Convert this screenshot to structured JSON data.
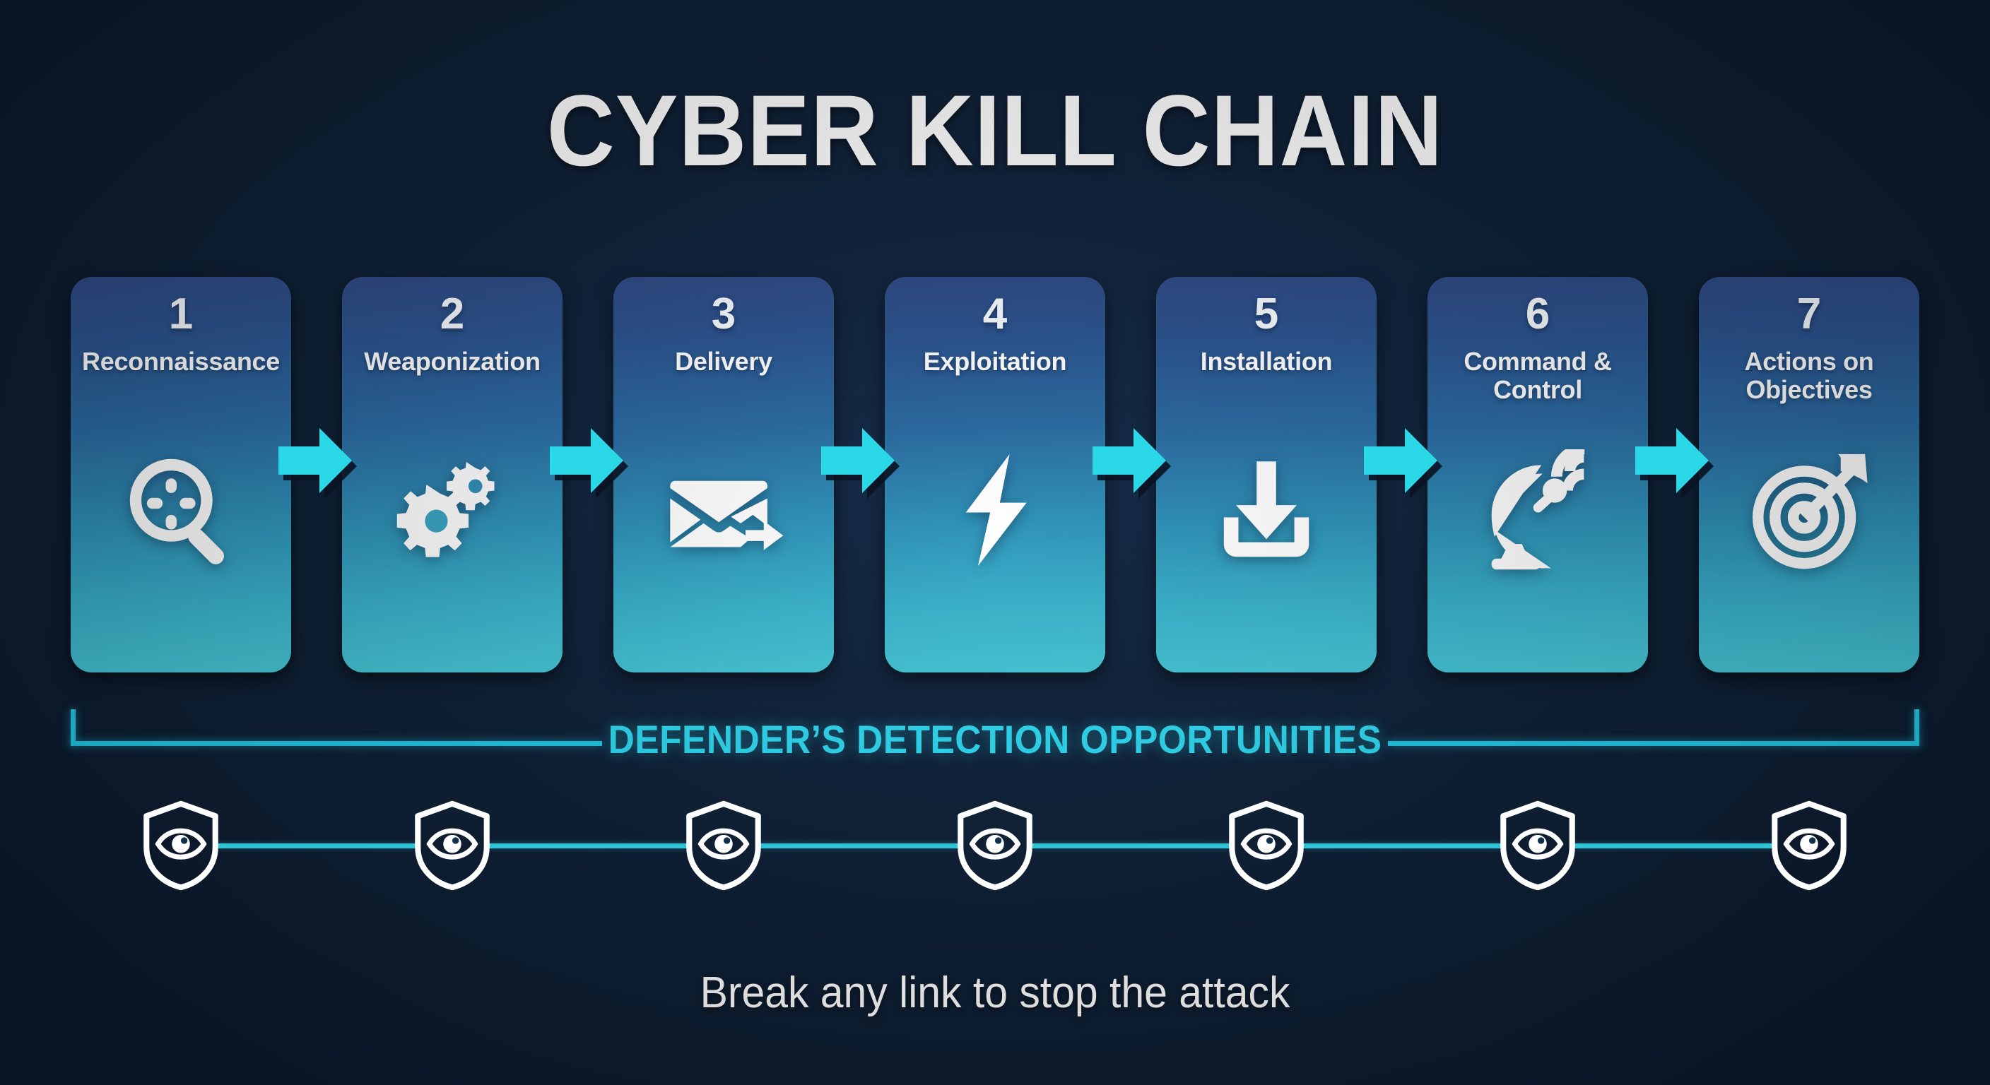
{
  "title": "CYBER KILL CHAIN",
  "background_color": "#0d1f36",
  "accent_color": "#2fd8f0",
  "arrow_color": "#2ad8e8",
  "card_gradient_top": "#2f4a86",
  "card_gradient_bottom": "#46c7d6",
  "stages": [
    {
      "number": "1",
      "label": "Reconnaissance",
      "icon": "magnifier-crosshair-icon"
    },
    {
      "number": "2",
      "label": "Weaponization",
      "icon": "gears-icon"
    },
    {
      "number": "3",
      "label": "Delivery",
      "icon": "envelope-arrow-icon"
    },
    {
      "number": "4",
      "label": "Exploitation",
      "icon": "lightning-bolt-icon"
    },
    {
      "number": "5",
      "label": "Installation",
      "icon": "download-tray-icon"
    },
    {
      "number": "6",
      "label": "Command & Control",
      "icon": "satellite-dish-icon"
    },
    {
      "number": "7",
      "label": "Actions on Objectives",
      "icon": "target-arrow-icon"
    }
  ],
  "arrows": [
    {
      "name": "arrow-1-to-2"
    },
    {
      "name": "arrow-2-to-3"
    },
    {
      "name": "arrow-3-to-4"
    },
    {
      "name": "arrow-4-to-5"
    },
    {
      "name": "arrow-5-to-6"
    },
    {
      "name": "arrow-6-to-7"
    }
  ],
  "banner": {
    "text": "DEFENDER’S DETECTION OPPORTUNITIES",
    "color": "#2fd8f0"
  },
  "detection_points": [
    {
      "icon": "shield-eye-icon",
      "stage": "Reconnaissance"
    },
    {
      "icon": "shield-eye-icon",
      "stage": "Weaponization"
    },
    {
      "icon": "shield-eye-icon",
      "stage": "Delivery"
    },
    {
      "icon": "shield-eye-icon",
      "stage": "Exploitation"
    },
    {
      "icon": "shield-eye-icon",
      "stage": "Installation"
    },
    {
      "icon": "shield-eye-icon",
      "stage": "Command & Control"
    },
    {
      "icon": "shield-eye-icon",
      "stage": "Actions on Objectives"
    }
  ],
  "footer": "Break any link to stop the attack"
}
